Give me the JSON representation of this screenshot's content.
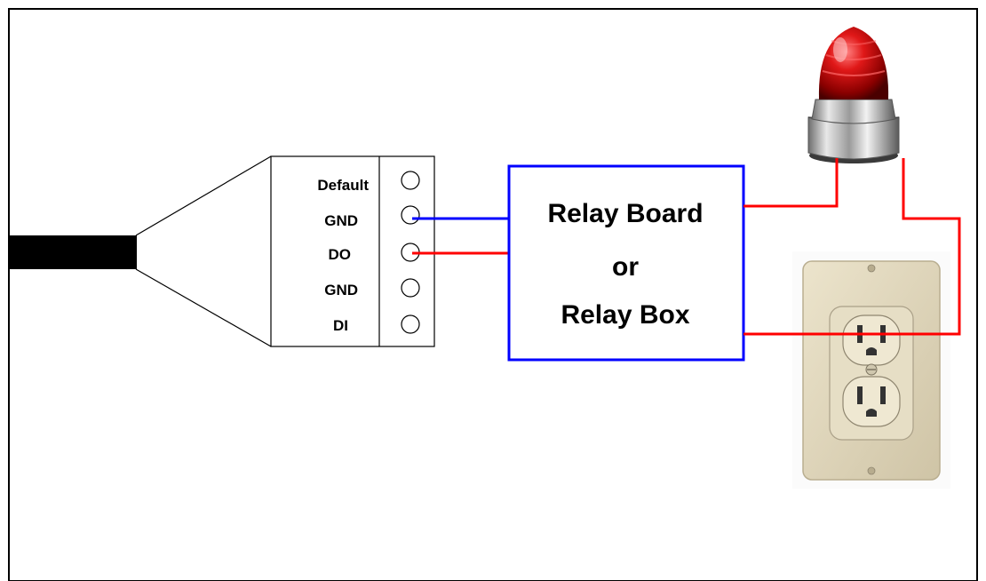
{
  "terminals": [
    {
      "label": "Default"
    },
    {
      "label": "GND"
    },
    {
      "label": "DO"
    },
    {
      "label": "GND"
    },
    {
      "label": "DI"
    }
  ],
  "relay": {
    "line1": "Relay Board",
    "line2": "or",
    "line3": "Relay Box"
  },
  "colors": {
    "ground_wire": "#0000ff",
    "signal_wire": "#ff0000",
    "power_wire": "#ff0000",
    "relay_border": "#0000ff",
    "outline": "#000000"
  },
  "icons": {
    "beacon": "red-warning-beacon-icon",
    "outlet": "wall-power-outlet-icon"
  }
}
